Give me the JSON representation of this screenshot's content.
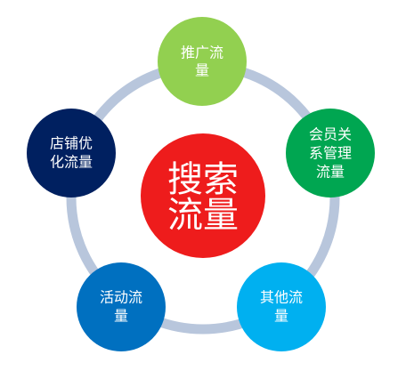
{
  "center": {
    "lines": [
      "搜索",
      "流量"
    ],
    "color": "#ee1c1c"
  },
  "ring_color": "#b8c6dc",
  "nodes": [
    {
      "id": "promotion",
      "lines": [
        "推广流",
        "量"
      ],
      "color": "#92d050"
    },
    {
      "id": "member",
      "lines": [
        "会员关",
        "系管理",
        "流量"
      ],
      "color": "#00a651"
    },
    {
      "id": "other",
      "lines": [
        "其他流",
        "量"
      ],
      "color": "#00b0f0"
    },
    {
      "id": "activity",
      "lines": [
        "活动流",
        "量"
      ],
      "color": "#0070c0"
    },
    {
      "id": "store",
      "lines": [
        "店铺优",
        "化流量"
      ],
      "color": "#002060"
    }
  ]
}
